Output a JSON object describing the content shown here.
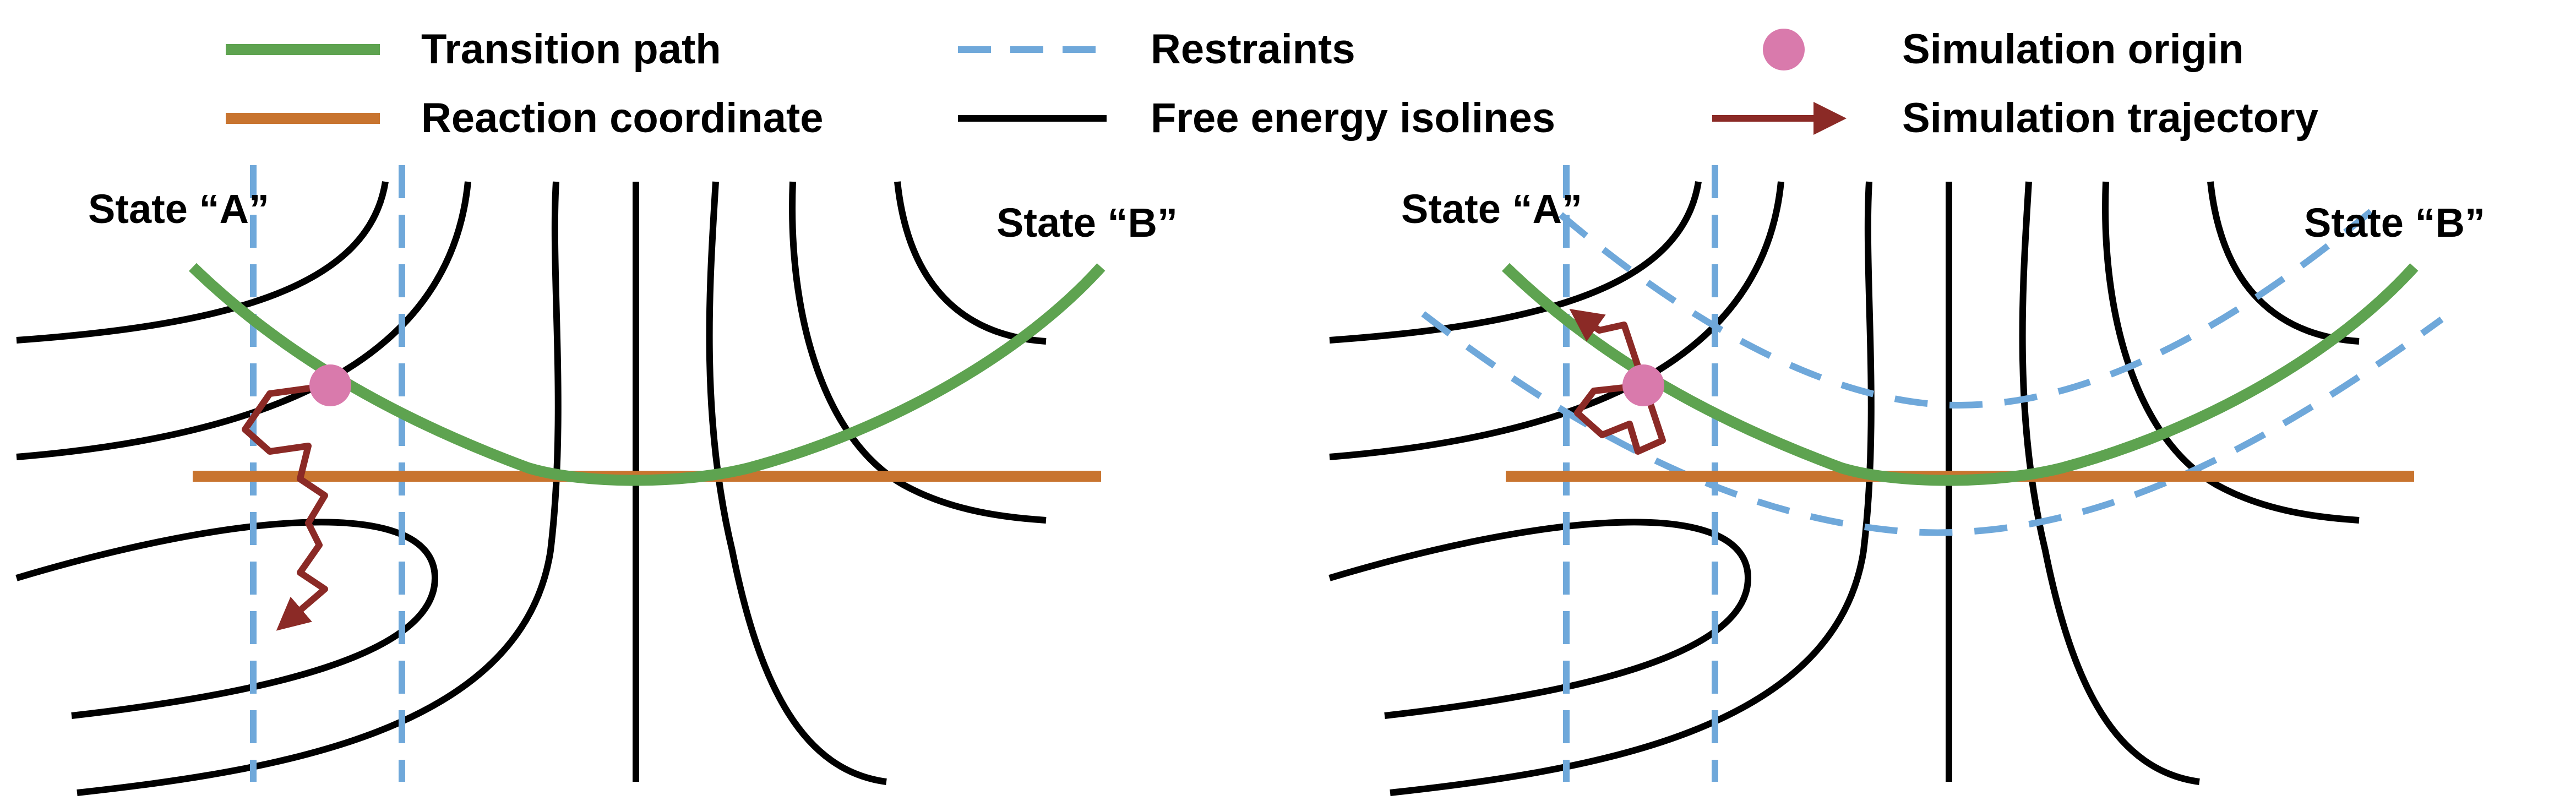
{
  "legend": {
    "transition_path": "Transition path",
    "reaction_coordinate": "Reaction coordinate",
    "restraints": "Restraints",
    "isolines": "Free energy isolines",
    "sim_origin": "Simulation origin",
    "sim_trajectory": "Simulation trajectory"
  },
  "panels": [
    {
      "state_a": "State “A”",
      "state_b": "State “B”",
      "restraint_style": "vertical"
    },
    {
      "state_a": "State “A”",
      "state_b": "State “B”",
      "restraint_style": "vertical-and-curved"
    }
  ],
  "colors": {
    "transition_path": "#5ea350",
    "reaction_coordinate": "#c8742f",
    "restraints": "#6fa8da",
    "isolines": "#000000",
    "sim_origin": "#d97aac",
    "sim_trajectory": "#8b2a26"
  }
}
